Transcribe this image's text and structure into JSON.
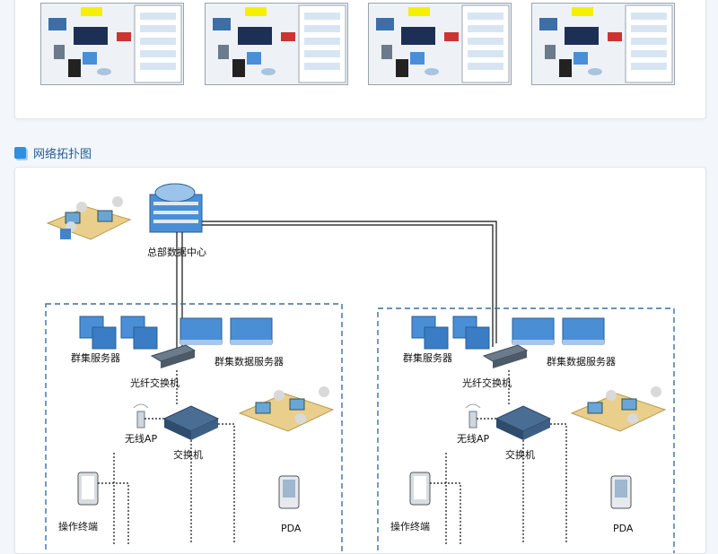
{
  "section": {
    "title": "网络拓扑图"
  },
  "thumbnails": [
    {
      "name": "deployment-thumbnail-1"
    },
    {
      "name": "deployment-thumbnail-2"
    },
    {
      "name": "deployment-thumbnail-3"
    },
    {
      "name": "deployment-thumbnail-4"
    }
  ],
  "topology": {
    "hq_label": "总部数据中心",
    "sites": [
      {
        "cluster_servers": "群集服务器",
        "data_servers": "群集数据服务器",
        "fiber_switch": "光纤交换机",
        "wireless_ap": "无线AP",
        "switch": "交换机",
        "operator_terminal": "操作终端",
        "pda": "PDA"
      },
      {
        "cluster_servers": "群集服务器",
        "data_servers": "群集数据服务器",
        "fiber_switch": "光纤交换机",
        "wireless_ap": "无线AP",
        "switch": "交换机",
        "operator_terminal": "操作终端",
        "pda": "PDA"
      }
    ]
  },
  "colors": {
    "accent": "#2f8fe0",
    "site_border": "#3a6ea5",
    "server_blue": "#4a8fd6",
    "link": "#111111"
  }
}
